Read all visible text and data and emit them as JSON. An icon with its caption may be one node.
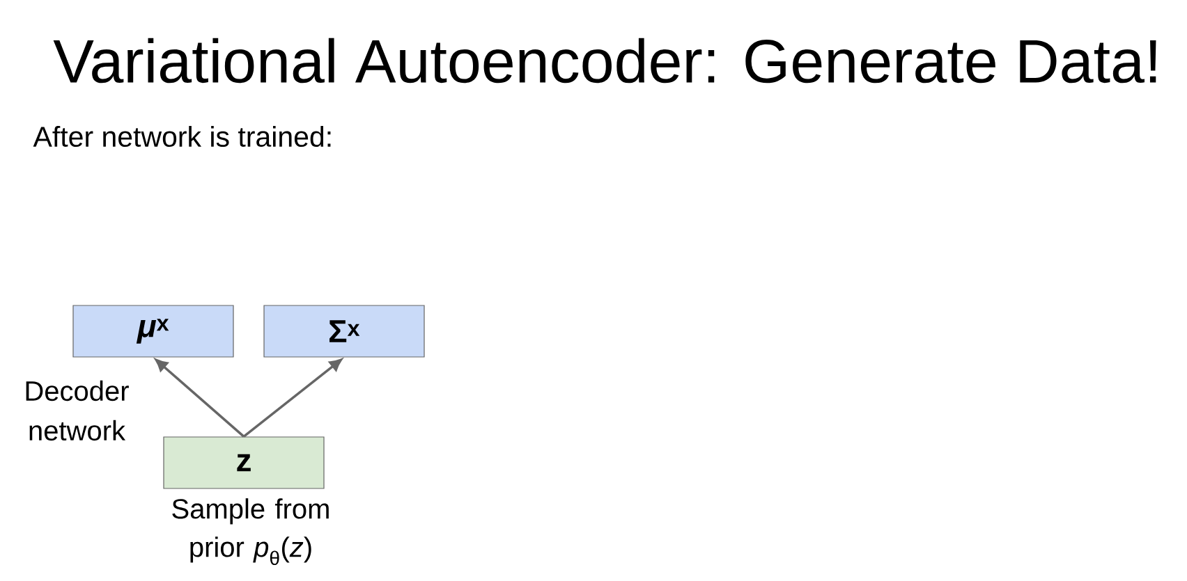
{
  "diagram": {
    "title": "Variational Autoencoder: Generate Data!",
    "nodes": [
      {
        "text": [
          "*μ*$^{x}$"
        ]
      },
      {
        "text": [
          "Σ$^{x}$"
        ]
      },
      {
        "text": [
          "z"
        ],
        "beside": [
          "Sample from prior *p*$_{θ}$(*z*)"
        ]
      }
    ],
    "edges": [
      {
        "from": 2,
        "to": 0,
        "arrow": "to"
      },
      {
        "from": 2,
        "to": 1,
        "arrow": "to"
      }
    ],
    "labels": [
      "After network is trained:",
      "Decoder network"
    ]
  }
}
